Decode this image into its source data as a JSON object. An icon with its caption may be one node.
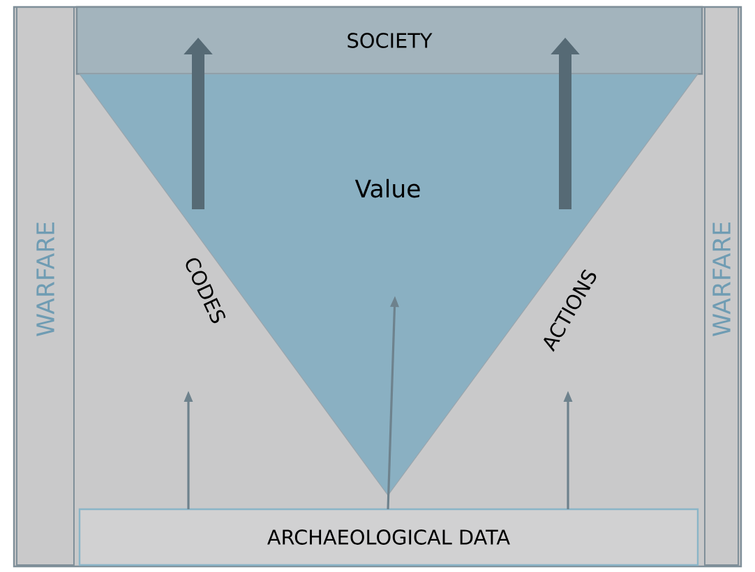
{
  "diagram": {
    "nodes": [
      {
        "text": [
          "SOCIETY"
        ]
      },
      {
        "text": [
          "Value"
        ]
      },
      {
        "text": [
          "ARCHAEOLOGICAL DATA"
        ]
      },
      {
        "text": [
          "WARFARE"
        ]
      },
      {
        "text": [
          "WARFARE"
        ]
      }
    ],
    "edges": [
      {
        "from": 1,
        "to": 0,
        "arrow": "to",
        "style": "thick"
      },
      {
        "from": 1,
        "to": 0,
        "arrow": "to",
        "style": "thick"
      },
      {
        "from": 2,
        "to": null,
        "arrow": "to"
      },
      {
        "from": 2,
        "to": 1,
        "arrow": "to"
      },
      {
        "from": 2,
        "to": null,
        "arrow": "to"
      }
    ],
    "labels": [
      "CODES",
      "ACTIONS"
    ]
  }
}
